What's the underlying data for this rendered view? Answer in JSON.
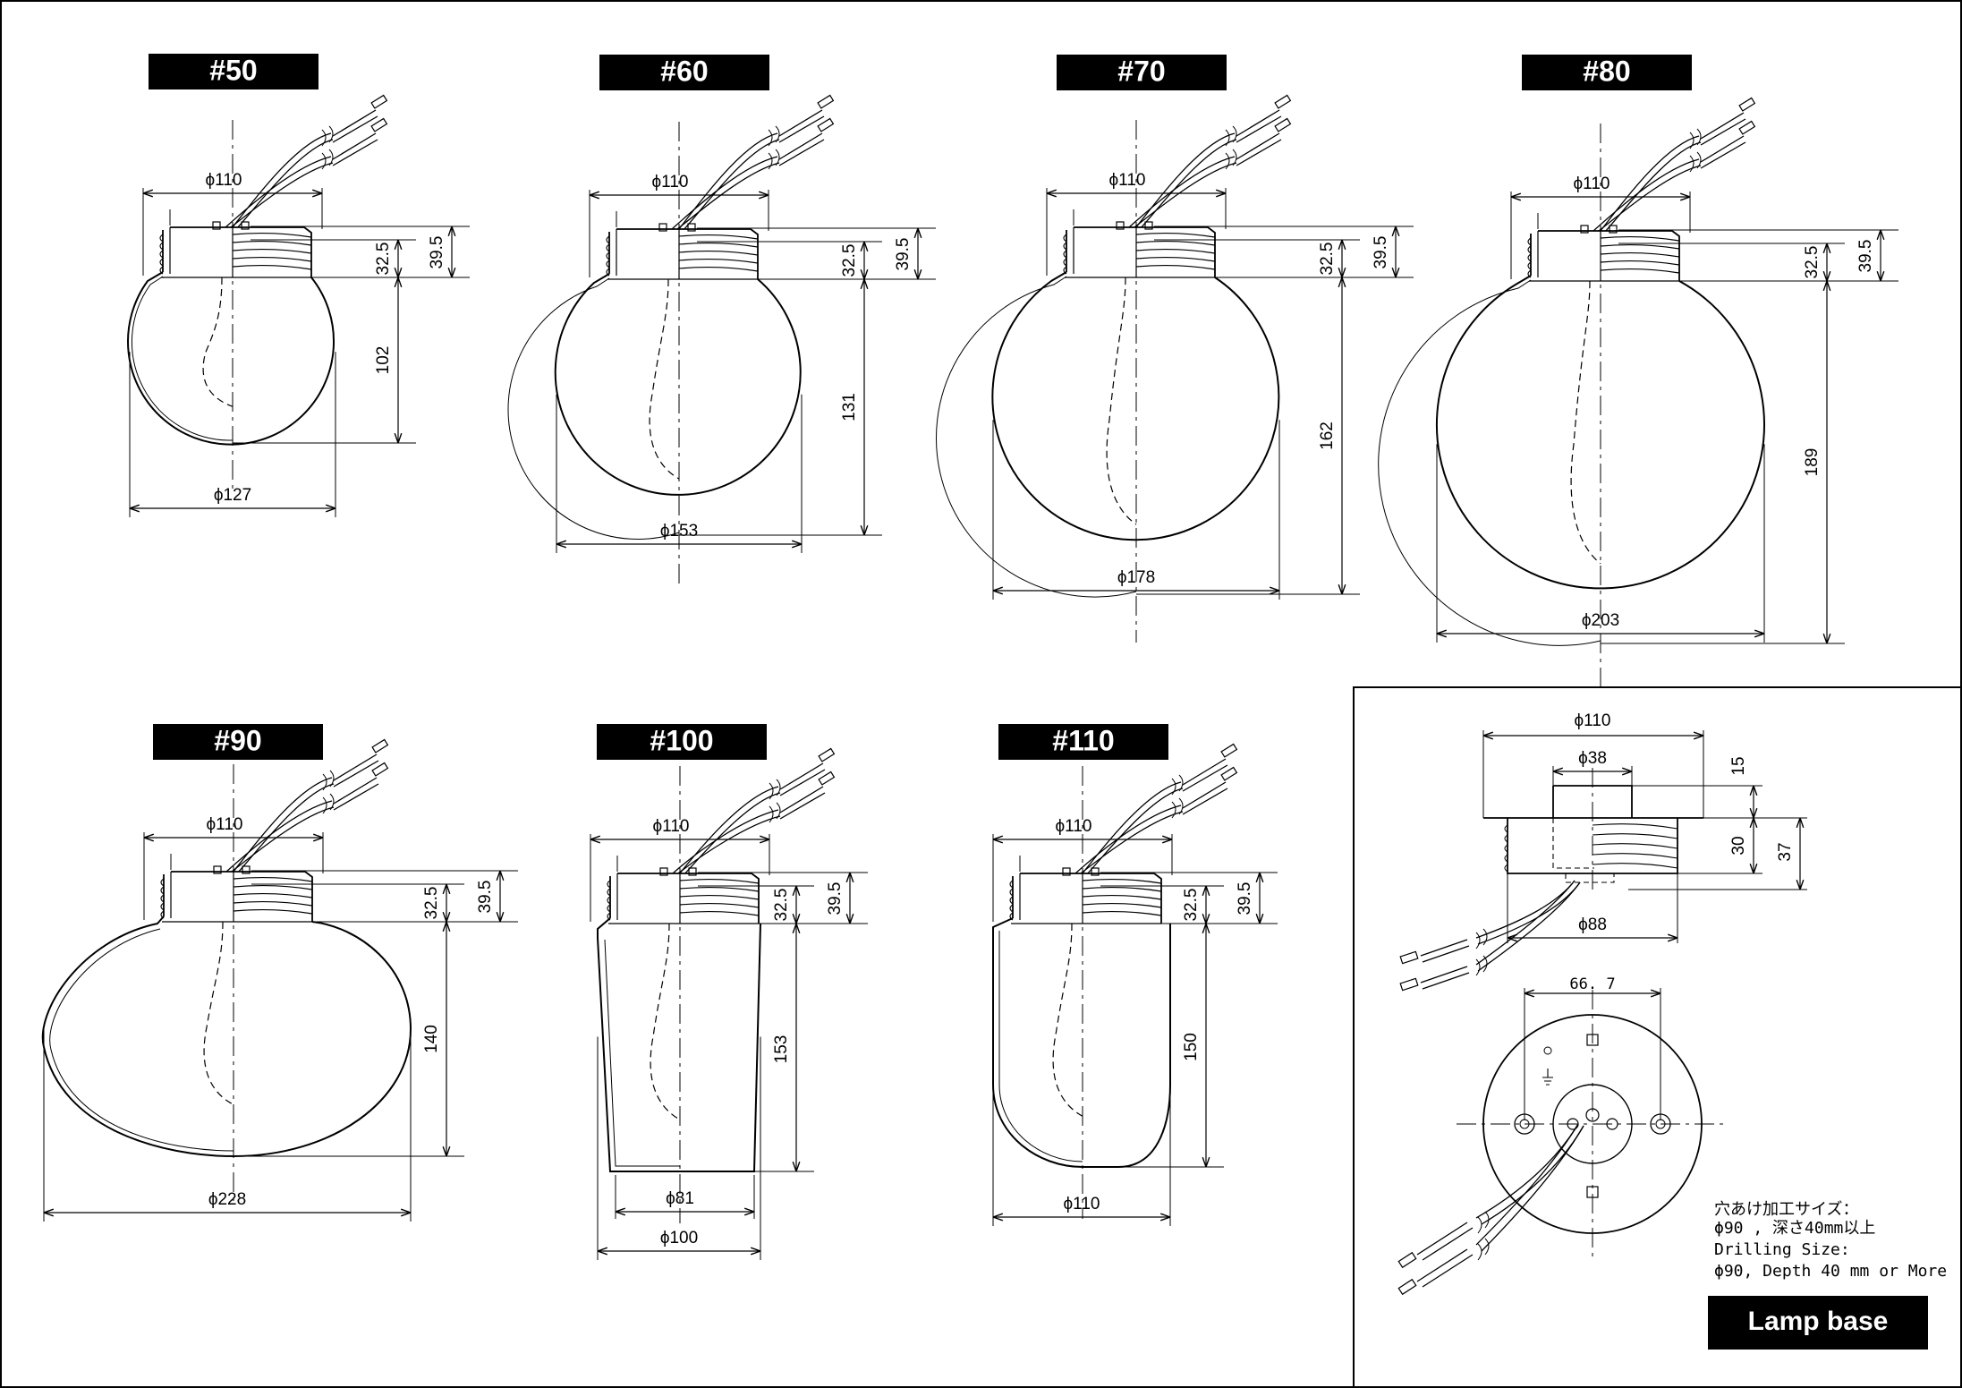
{
  "models": [
    {
      "label": "#50",
      "neck_dia": "ϕ110",
      "thread_h": "32.5",
      "base_h": "39.5",
      "body_h": "102",
      "body_dia": "ϕ127"
    },
    {
      "label": "#60",
      "neck_dia": "ϕ110",
      "thread_h": "32.5",
      "base_h": "39.5",
      "body_h": "131",
      "body_dia": "ϕ153"
    },
    {
      "label": "#70",
      "neck_dia": "ϕ110",
      "thread_h": "32.5",
      "base_h": "39.5",
      "body_h": "162",
      "body_dia": "ϕ178"
    },
    {
      "label": "#80",
      "neck_dia": "ϕ110",
      "thread_h": "32.5",
      "base_h": "39.5",
      "body_h": "189",
      "body_dia": "ϕ203"
    },
    {
      "label": "#90",
      "neck_dia": "ϕ110",
      "thread_h": "32.5",
      "base_h": "39.5",
      "body_h": "140",
      "body_dia": "ϕ228"
    },
    {
      "label": "#100",
      "neck_dia": "ϕ110",
      "thread_h": "32.5",
      "base_h": "39.5",
      "body_h": "153",
      "bottom_dia": "ϕ81",
      "body_dia": "ϕ100"
    },
    {
      "label": "#110",
      "neck_dia": "ϕ110",
      "thread_h": "32.5",
      "base_h": "39.5",
      "body_h": "150",
      "body_dia": "ϕ110"
    }
  ],
  "lamp_base": {
    "label": "Lamp base",
    "top_dia": "ϕ110",
    "cap_dia": "ϕ38",
    "cap_h": "15",
    "thread_h": "30",
    "total_h": "37",
    "thread_dia": "ϕ88",
    "hole_pitch": "66. 7",
    "note_jp_1": "穴あけ加工サイズ：",
    "note_jp_2": "ϕ90 , 深さ40mm以上",
    "note_en_1": "Drilling Size:",
    "note_en_2": "ϕ90, Depth 40 mm or More"
  }
}
